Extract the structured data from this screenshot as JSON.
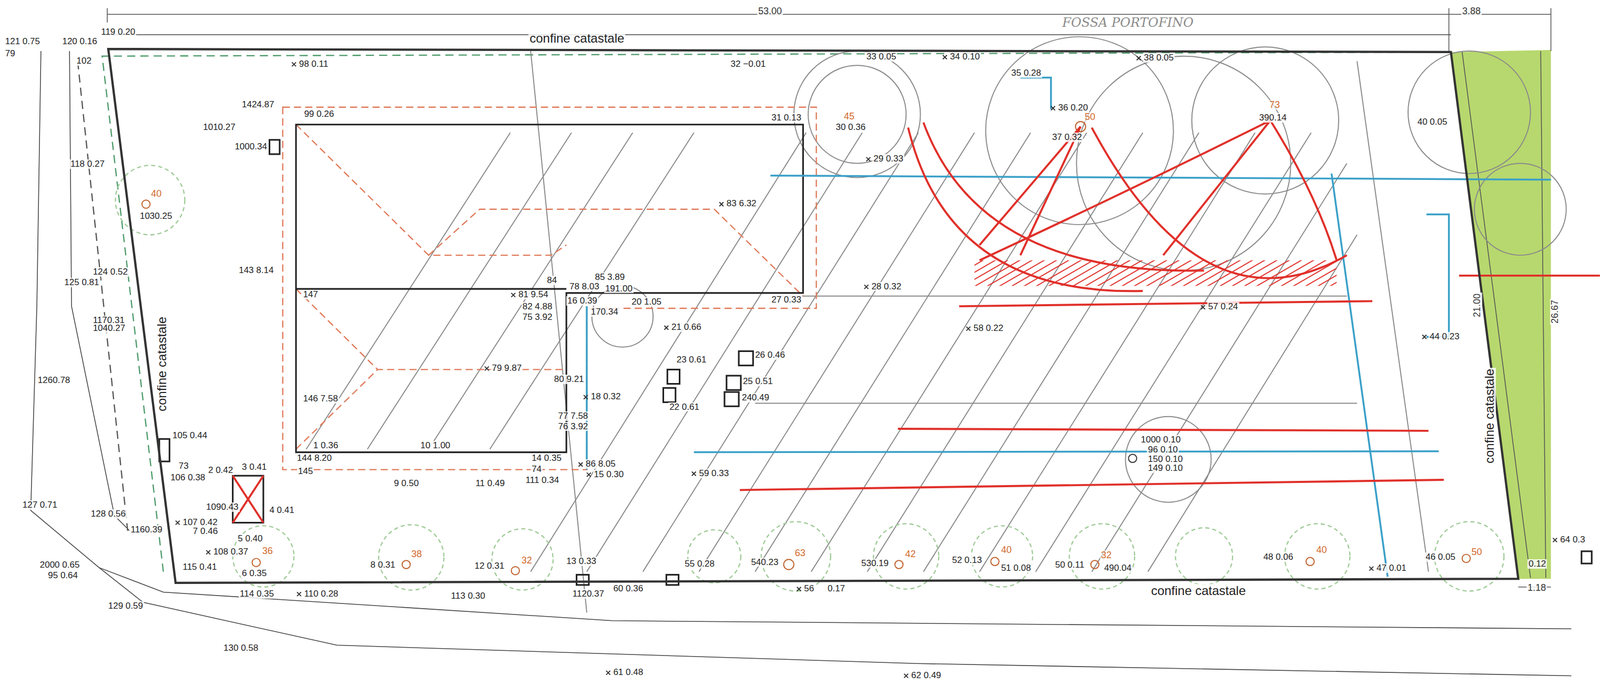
{
  "diagram": {
    "labels": [
      "53.00",
      "3.88",
      "121 0.75",
      "79",
      "120 0.16",
      "119 0.20",
      "102",
      "98 0.11",
      "confine catastale",
      "32 −0.01",
      "33 0.05",
      "34 0.10",
      "FOSSA PORTOFINO",
      "38 0.05",
      "35 0.28",
      "36 0.20",
      "37 0.32",
      "390.14",
      "40 0.05",
      "1424.87",
      "99 0.26",
      "1010.27",
      "1000.34",
      "31 0.13",
      "30 0.36",
      "29 0.33",
      "118 0.27",
      "1030.25",
      "83 6.32",
      "124 0.52",
      "125 0.81",
      "143 8.14",
      "147",
      "84",
      "85 3.89",
      "81 9.54",
      "78 8.03",
      "191.00",
      "28 0.32",
      "27 0.33",
      "20 1.05",
      "16 0.39",
      "82 4.88",
      "75 3.92",
      "170.34",
      "57 0.24",
      "1170.31",
      "1040.27",
      "21 0.66",
      "58 0.22",
      "44 0.23",
      "confine catastale",
      "21.00",
      "26.67",
      "26 0.46",
      "23 0.61",
      "1260.78",
      "79 9.87",
      "80 9.21",
      "18 0.32",
      "25 0.51",
      "22 0.61",
      "240.49",
      "146 7.58",
      "77 7.58",
      "76 3.92",
      "confine catastale",
      "105 0.44",
      "1000 0.10",
      "96 0.10",
      "150 0.10",
      "149 0.10",
      "1 0.36",
      "10 1.00",
      "14 0.35",
      "144 8.20",
      "73",
      "74",
      "86 8.05",
      "145",
      "106 0.38",
      "2 0.42",
      "3 0.41",
      "9 0.50",
      "11 0.49",
      "111 0.34",
      "15 0.30",
      "59 0.33",
      "127 0.71",
      "1090.43",
      "4 0.41",
      "128 0.56",
      "107 0.42",
      "7 0.46",
      "1160.39",
      "5 0.40",
      "108 0.37",
      "2000 0.65",
      "95 0.64",
      "115 0.41",
      "6 0.35",
      "8 0.31",
      "12 0.31",
      "13 0.33",
      "55 0.28",
      "540.23",
      "530.19",
      "52 0.13",
      "51 0.08",
      "50 0.11",
      "490.04",
      "48 0.06",
      "47 0.01",
      "46 0.05",
      "64 0.3",
      "0.12",
      "1.18",
      "114 0.35",
      "110 0.28",
      "113 0.30",
      "1120.37",
      "60 0.36",
      "56",
      "0.17",
      "confine catastale",
      "129 0.59",
      "130 0.58",
      "61 0.48",
      "62 0.49",
      "40",
      "36",
      "38",
      "32",
      "63",
      "42",
      "40",
      "32",
      "40",
      "50",
      "50",
      "73",
      "45"
    ]
  }
}
